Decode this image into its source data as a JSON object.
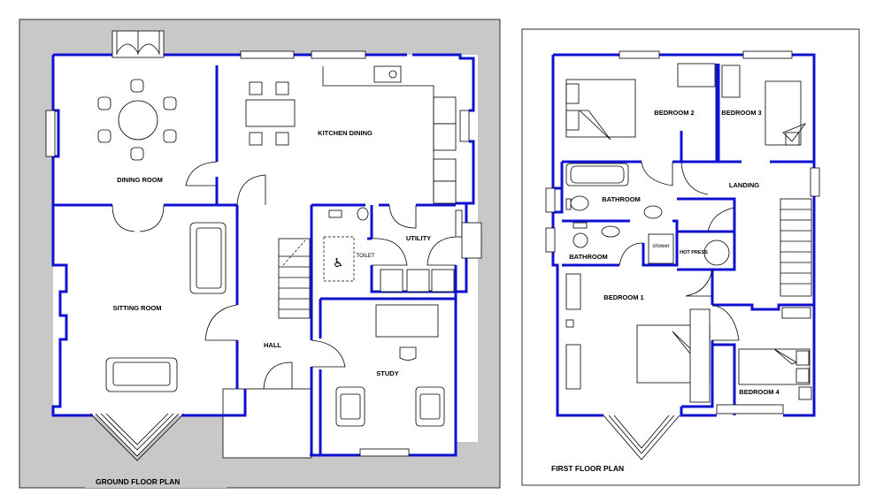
{
  "ground_floor": {
    "title": "GROUND FLOOR PLAN",
    "rooms": {
      "dining": "DINING ROOM",
      "kitchen": "KITCHEN DINING",
      "sitting": "SITTING ROOM",
      "utility": "UTILITY",
      "toilet": "TOILET",
      "hall": "HALL",
      "study": "STUDY"
    }
  },
  "first_floor": {
    "title": "FIRST FLOOR PLAN",
    "rooms": {
      "bedroom2": "BEDROOM 2",
      "bedroom3": "BEDROOM 3",
      "bathroom_upper": "BATHROOM",
      "landing": "LANDING",
      "bathroom_lower": "BATHROOM",
      "shower": "shower",
      "hot_press": "HOT PRESS",
      "bedroom1": "BEDROOM 1",
      "bedroom4": "BEDROOM 4"
    }
  },
  "colors": {
    "wall": "#1010d0",
    "site": "#c8c8c8",
    "line": "#000000"
  }
}
